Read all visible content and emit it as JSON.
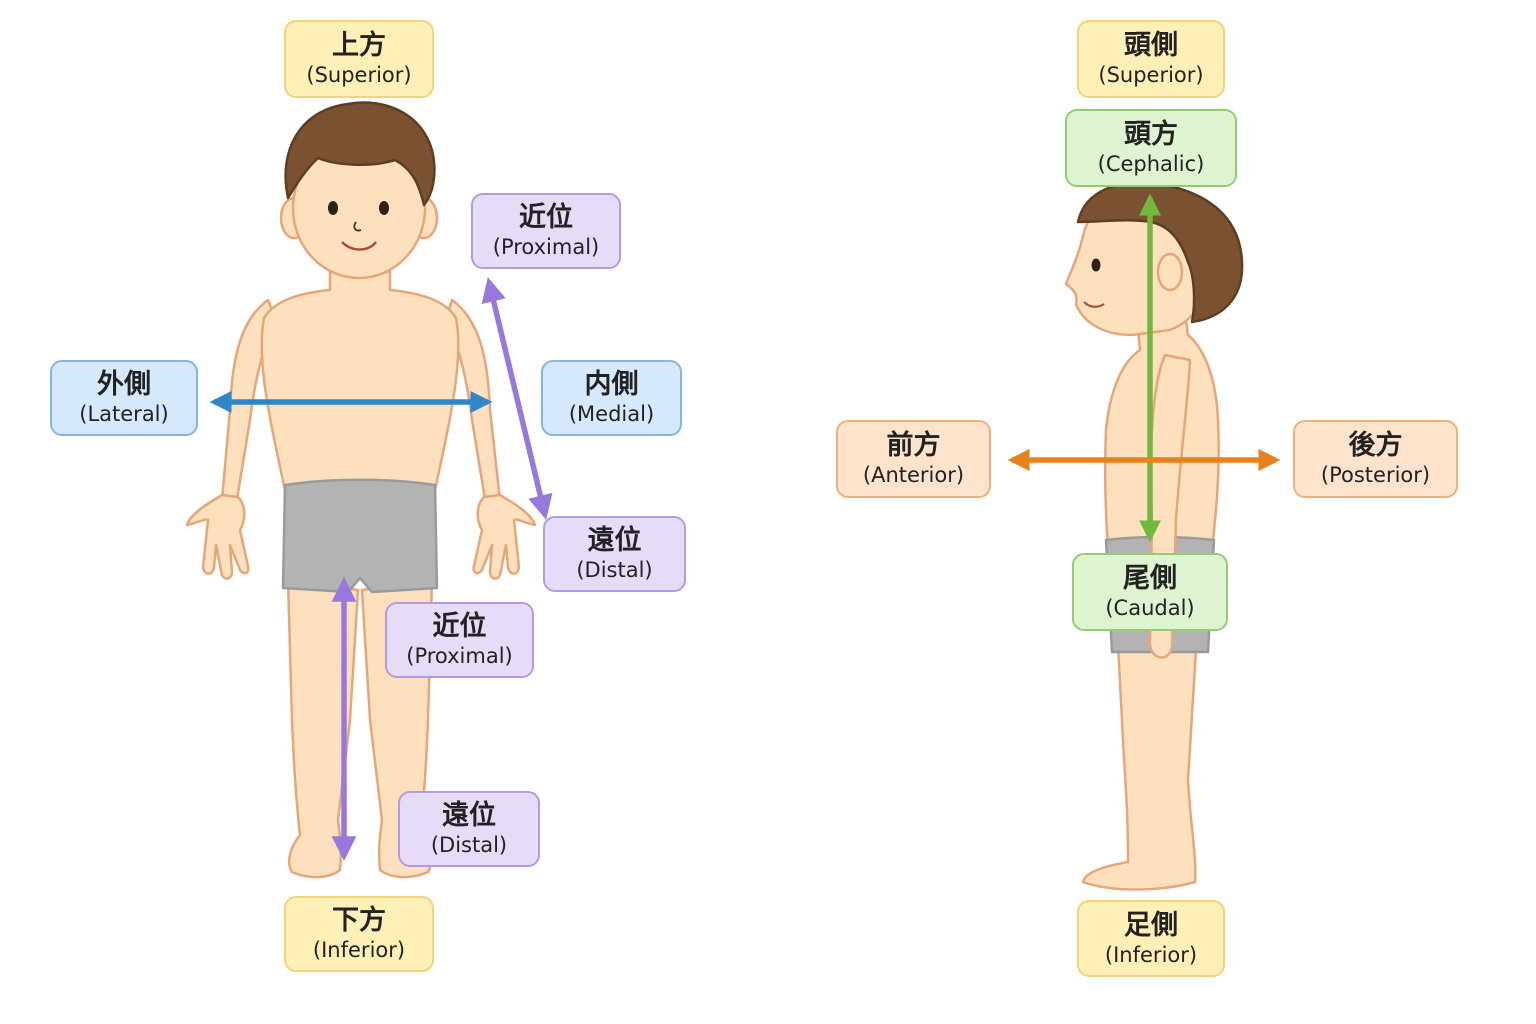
{
  "colors": {
    "skin": "#fde1bf",
    "skin_outline": "#e7a679",
    "hair": "#7a5232",
    "briefs": "#b3b3b3",
    "arrow_lateral": "#2f86c8",
    "arrow_limb": "#9878dd",
    "arrow_axis": "#71b93e",
    "arrow_ap": "#e9821d"
  },
  "front": {
    "superior": {
      "jp": "上方",
      "en": "(Superior)"
    },
    "inferior": {
      "jp": "下方",
      "en": "(Inferior)"
    },
    "lateral": {
      "jp": "外側",
      "en": "(Lateral)"
    },
    "medial": {
      "jp": "内側",
      "en": "(Medial)"
    },
    "arm_proximal": {
      "jp": "近位",
      "en": "(Proximal)"
    },
    "arm_distal": {
      "jp": "遠位",
      "en": "(Distal)"
    },
    "leg_proximal": {
      "jp": "近位",
      "en": "(Proximal)"
    },
    "leg_distal": {
      "jp": "遠位",
      "en": "(Distal)"
    }
  },
  "side": {
    "superior": {
      "jp": "頭側",
      "en": "(Superior)"
    },
    "cephalic": {
      "jp": "頭方",
      "en": "(Cephalic)"
    },
    "caudal": {
      "jp": "尾側",
      "en": "(Caudal)"
    },
    "inferior": {
      "jp": "足側",
      "en": "(Inferior)"
    },
    "anterior": {
      "jp": "前方",
      "en": "(Anterior)"
    },
    "posterior": {
      "jp": "後方",
      "en": "(Posterior)"
    }
  }
}
